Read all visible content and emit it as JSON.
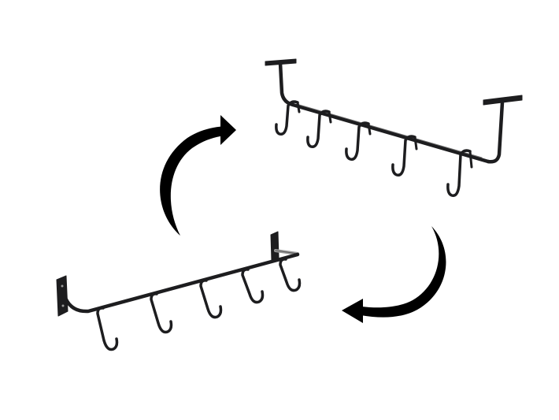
{
  "image": {
    "colors": {
      "background": "#ffffff",
      "metal": "#1d1d1f",
      "arrow": "#000000",
      "highlight": "#6b6b6b",
      "bracket_edge": "#9a9a9a"
    },
    "objects": [
      {
        "name": "ceiling-mounted-hook-rack",
        "hooks": 5,
        "mount": "under-shelf"
      },
      {
        "name": "wall-mounted-hook-rack",
        "hooks": 5,
        "mount": "wall"
      },
      {
        "name": "curved-arrow-top-left",
        "direction": "clockwise"
      },
      {
        "name": "curved-arrow-bottom-right",
        "direction": "clockwise"
      }
    ]
  }
}
